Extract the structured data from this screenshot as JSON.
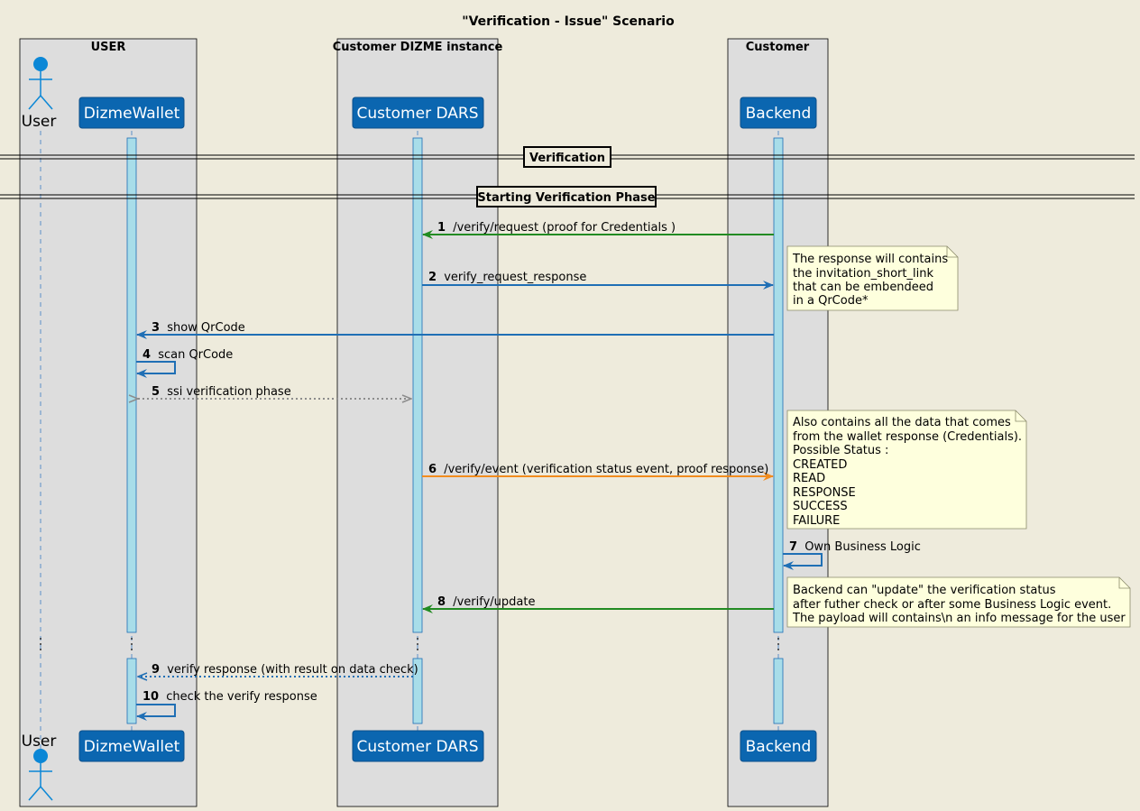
{
  "title": "\"Verification - Issue\" Scenario",
  "boxes": {
    "user": "USER",
    "dizme": "Customer DIZME instance",
    "customer": "Customer"
  },
  "participants": {
    "user": "User",
    "wallet": "DizmeWallet",
    "dars": "Customer DARS",
    "backend": "Backend"
  },
  "dividers": {
    "verification": "Verification",
    "starting": "Starting Verification Phase"
  },
  "messages": [
    {
      "num": "1",
      "text": "/verify/request (proof for Credentials )",
      "color": "#228B22"
    },
    {
      "num": "2",
      "text": "verify_request_response",
      "color": "#1F6FB5"
    },
    {
      "num": "3",
      "text": "show QrCode",
      "color": "#1F6FB5"
    },
    {
      "num": "4",
      "text": "scan QrCode",
      "color": "#1F6FB5"
    },
    {
      "num": "5",
      "text": "ssi verification phase",
      "color": "#8C8C8C"
    },
    {
      "num": "6",
      "text": "/verify/event (verification status event, proof response)",
      "color": "#F28C1E"
    },
    {
      "num": "7",
      "text": "Own Business Logic",
      "color": "#1F6FB5"
    },
    {
      "num": "8",
      "text": "/verify/update",
      "color": "#228B22"
    },
    {
      "num": "9",
      "text": "verify response (with result on data check)",
      "color": "#1F6FB5"
    },
    {
      "num": "10",
      "text": "check the verify response",
      "color": "#1F6FB5"
    }
  ],
  "notes": {
    "note1": [
      "The response will contains",
      " the invitation_short_link",
      " that can be embendeed",
      " in a QrCode*"
    ],
    "note2": [
      "Also contains all the data that comes",
      "from the wallet response (Credentials).",
      "Possible Status :",
      "CREATED",
      "READ",
      "RESPONSE",
      "SUCCESS",
      "FAILURE"
    ],
    "note3": [
      "Backend can \"update\" the verification status",
      "after futher check or after some Business Logic event.",
      "The payload will contains\\n an info message for the user"
    ]
  },
  "colors": {
    "background": "#EEEBDC",
    "box": "#DDDDDD",
    "participant": "#0B66B0",
    "activation": "#A8DDE9",
    "note": "#FEFFDD",
    "actor": "#0B87D6"
  }
}
